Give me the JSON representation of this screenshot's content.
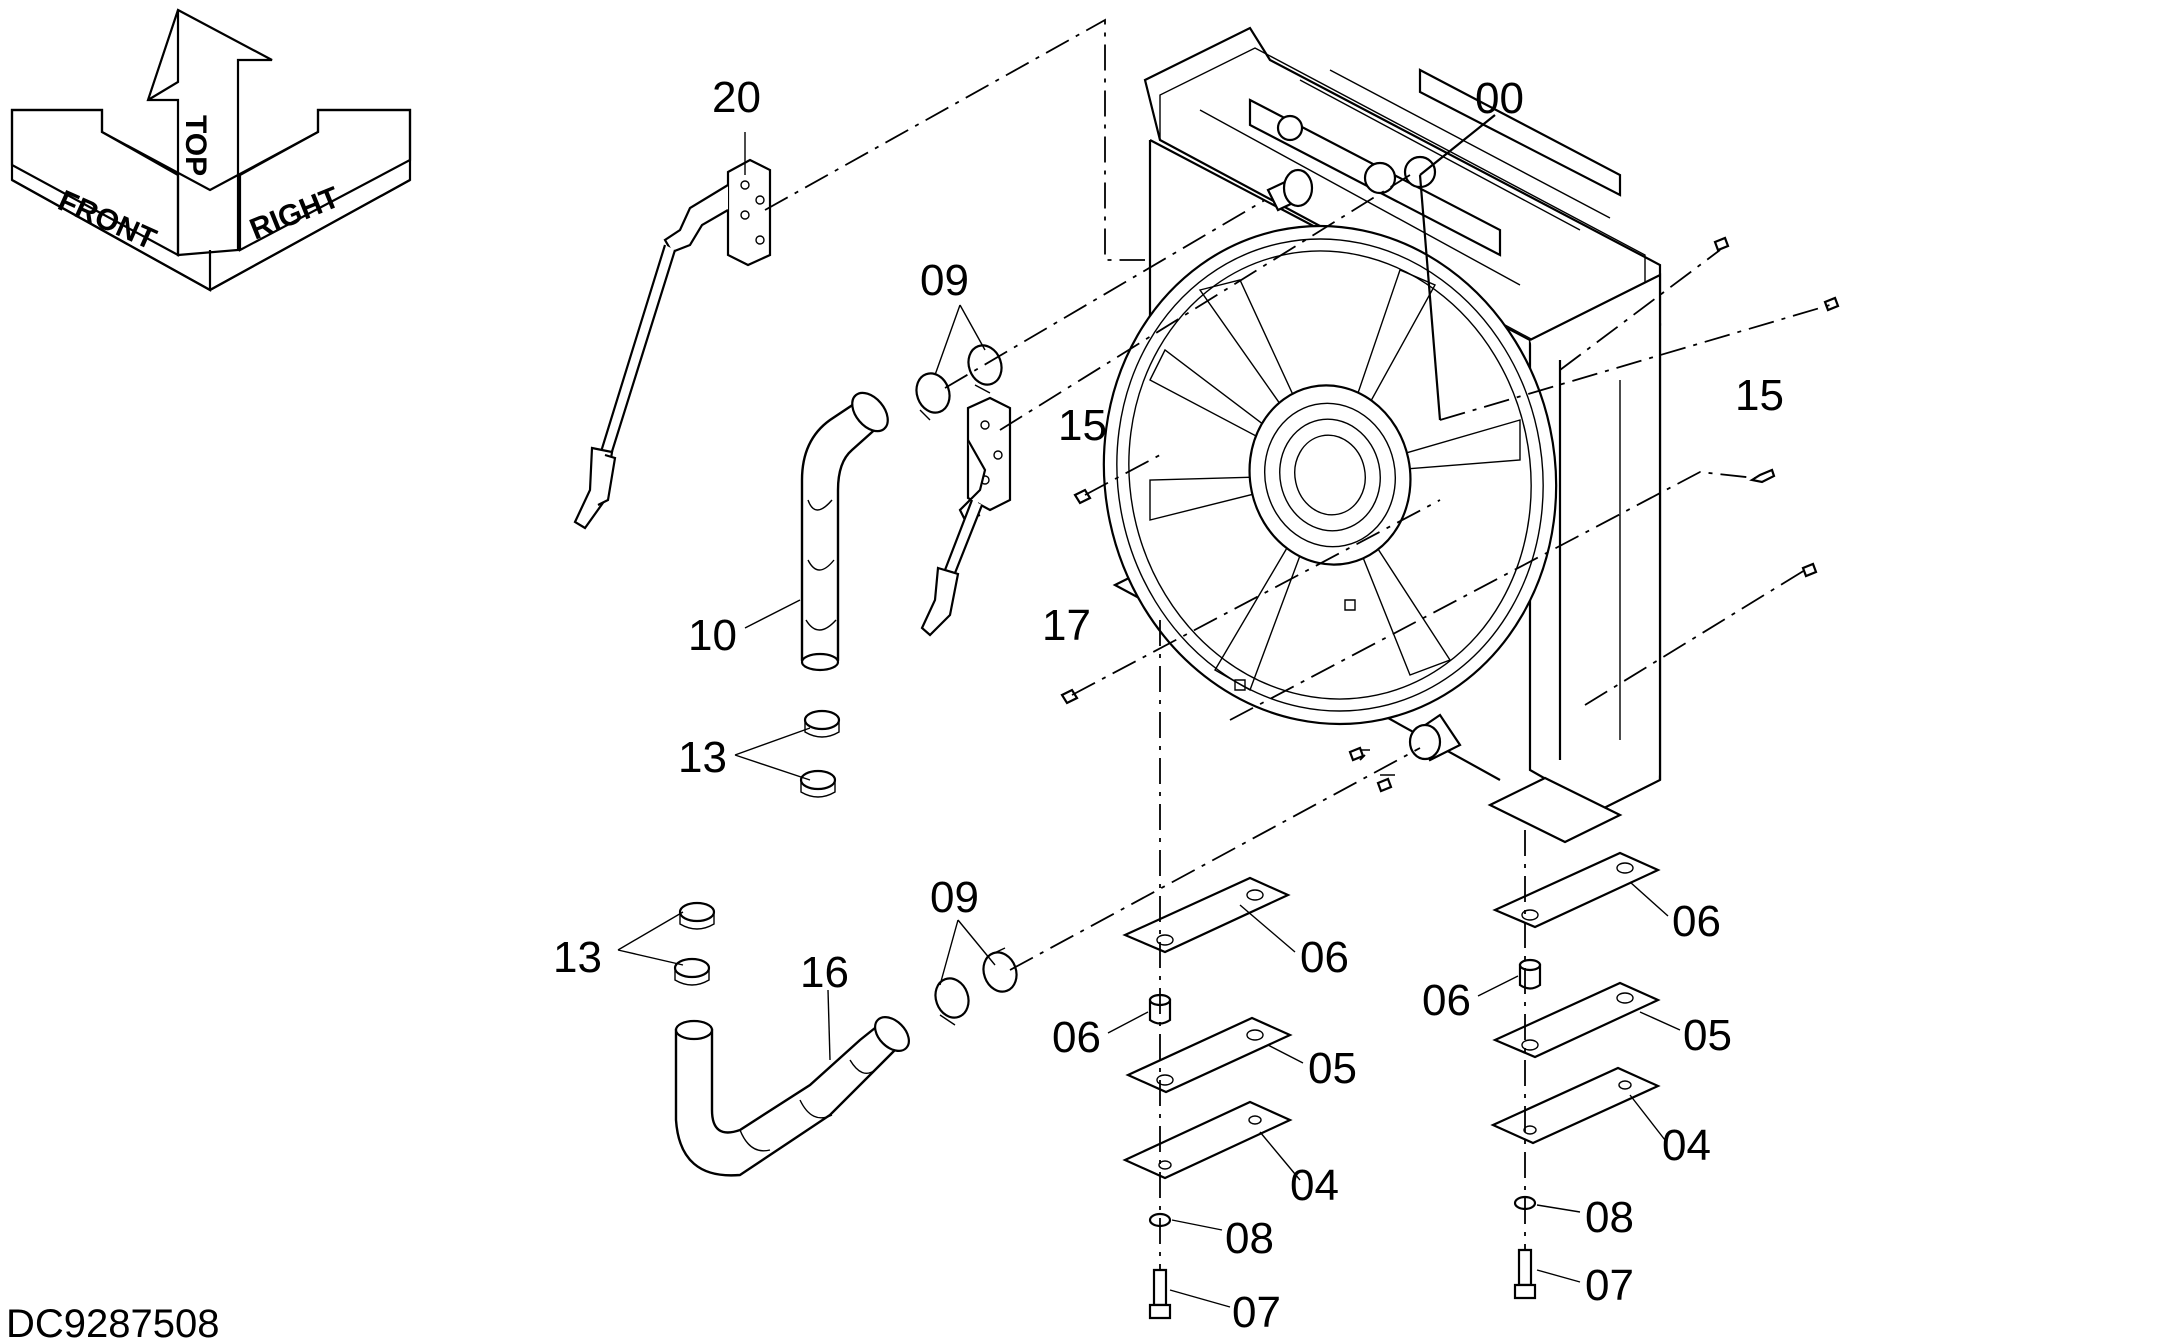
{
  "document_id": "DC9287508",
  "orientation": {
    "front": "FRONT",
    "top": "TOP",
    "right": "RIGHT"
  },
  "callouts": {
    "c00": "00",
    "c20": "20",
    "c09a": "09",
    "c09b": "09",
    "c10": "10",
    "c13a": "13",
    "c13b": "13",
    "c15a": "15",
    "c15b": "15",
    "c17": "17",
    "c16": "16",
    "c06a": "06",
    "c06b": "06",
    "c06c": "06",
    "c06d": "06",
    "c05a": "05",
    "c05b": "05",
    "c04a": "04",
    "c04b": "04",
    "c08a": "08",
    "c08b": "08",
    "c07a": "07",
    "c07b": "07"
  }
}
